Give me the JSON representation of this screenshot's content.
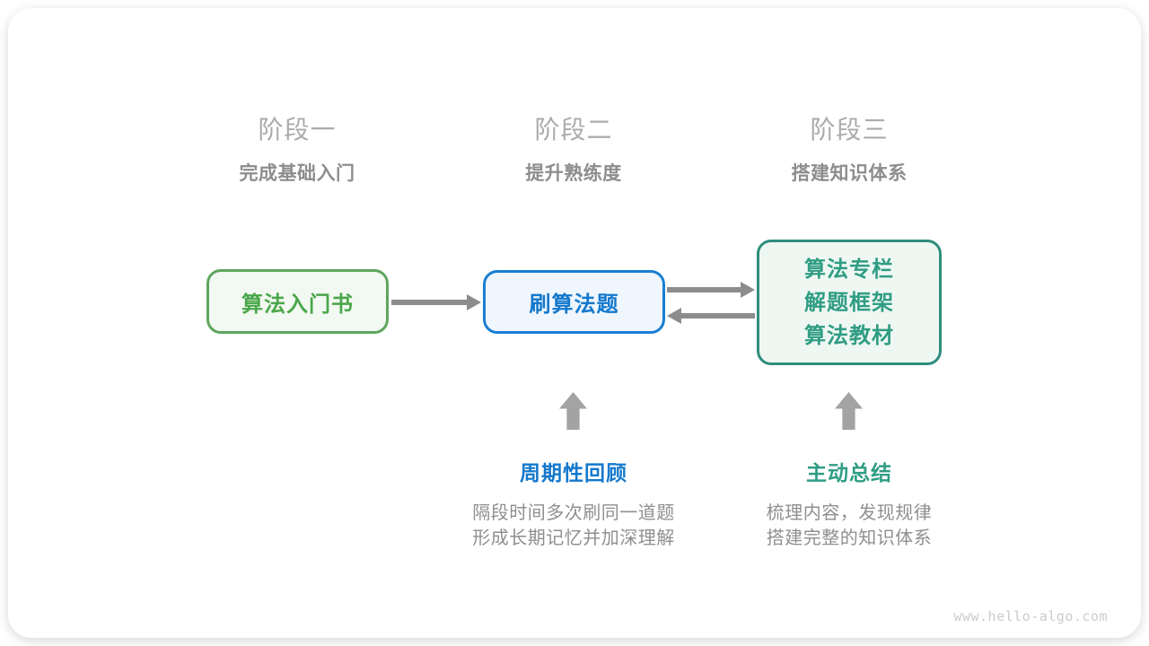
{
  "stages": [
    {
      "title": "阶段一",
      "subtitle": "完成基础入门"
    },
    {
      "title": "阶段二",
      "subtitle": "提升熟练度"
    },
    {
      "title": "阶段三",
      "subtitle": "搭建知识体系"
    }
  ],
  "nodes": {
    "intro_book": {
      "label": "算法入门书"
    },
    "practice": {
      "label": "刷算法题"
    },
    "resources": {
      "lines": [
        "算法专栏",
        "解题框架",
        "算法教材"
      ]
    }
  },
  "annotations": {
    "review": {
      "title": "周期性回顾",
      "lines": [
        "隔段时间多次刷同一道题",
        "形成长期记忆并加深理解"
      ]
    },
    "summarize": {
      "title": "主动总结",
      "lines": [
        "梳理内容，发现规律",
        "搭建完整的知识体系"
      ]
    }
  },
  "watermark": "www.hello-algo.com",
  "colors": {
    "green_border": "#5ea65e",
    "green_fill": "#f2f8f2",
    "green_text": "#4aa74a",
    "blue_border": "#1a7ed2",
    "blue_fill": "#eff6fd",
    "blue_text": "#1478cc",
    "teal_border": "#2f8d7d",
    "teal_fill": "#eff7f3",
    "teal_text": "#2f9d83",
    "arrow_gray": "#8c8c8c",
    "stage_title_gray": "#ababab",
    "stage_subtitle_gray": "#8d8d8d",
    "description_gray": "#8f8f8f",
    "watermark_gray": "#cbcbcb"
  }
}
